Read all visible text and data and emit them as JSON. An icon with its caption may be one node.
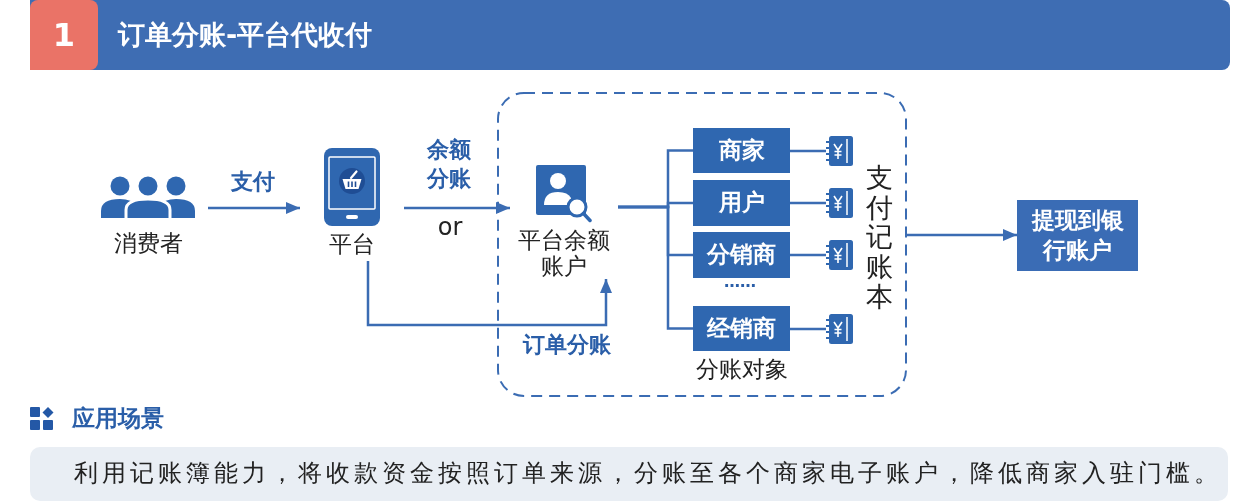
{
  "diagram": {
    "title": "订单分账-平台代收付",
    "nodes": [
      {
        "text": [
          "消费者"
        ]
      },
      {
        "text": [
          "平台"
        ]
      },
      {
        "text": [],
        "shape": "box"
      },
      {
        "text": [
          "平台余额账户"
        ],
        "in": 2
      },
      {
        "text": [
          "商家"
        ],
        "in": 2
      },
      {
        "text": [],
        "shape": "picture",
        "in": 2
      },
      {
        "text": [
          "用户"
        ],
        "in": 2
      },
      {
        "text": [],
        "shape": "picture",
        "in": 2
      },
      {
        "text": [
          "分销商"
        ],
        "in": 2
      },
      {
        "text": [],
        "shape": "picture",
        "in": 2
      },
      {
        "text": [
          "经销商"
        ],
        "in": 2
      },
      {
        "text": [],
        "shape": "picture",
        "in": 2
      },
      {
        "text": [
          "提现到银行账户"
        ]
      }
    ],
    "edges": [
      {
        "from": 0,
        "to": 1,
        "arrow": "to",
        "label": "支付"
      },
      {
        "from": 1,
        "to": 3,
        "arrow": "to",
        "label": "余额分账"
      },
      {
        "from": 1,
        "to": 3,
        "arrow": "to",
        "label": "订单分账"
      },
      {
        "from": 3,
        "to": 4,
        "arrow": "none"
      },
      {
        "from": 3,
        "to": 6,
        "arrow": "none"
      },
      {
        "from": 3,
        "to": 8,
        "arrow": "none"
      },
      {
        "from": 3,
        "to": 10,
        "arrow": "none"
      },
      {
        "from": 4,
        "to": 5,
        "arrow": "none"
      },
      {
        "from": 6,
        "to": 7,
        "arrow": "none"
      },
      {
        "from": 8,
        "to": 9,
        "arrow": "none"
      },
      {
        "from": 10,
        "to": 11,
        "arrow": "none"
      },
      {
        "from": 2,
        "to": 12,
        "arrow": "to"
      }
    ],
    "labels": [
      "1",
      "支付记账本",
      "or",
      "……",
      "分账对象",
      "应用场景",
      "利用记账簿能力，将收款资金按照订单来源，分账至各个商家电子账户，降低商家入驻门槛。"
    ]
  }
}
